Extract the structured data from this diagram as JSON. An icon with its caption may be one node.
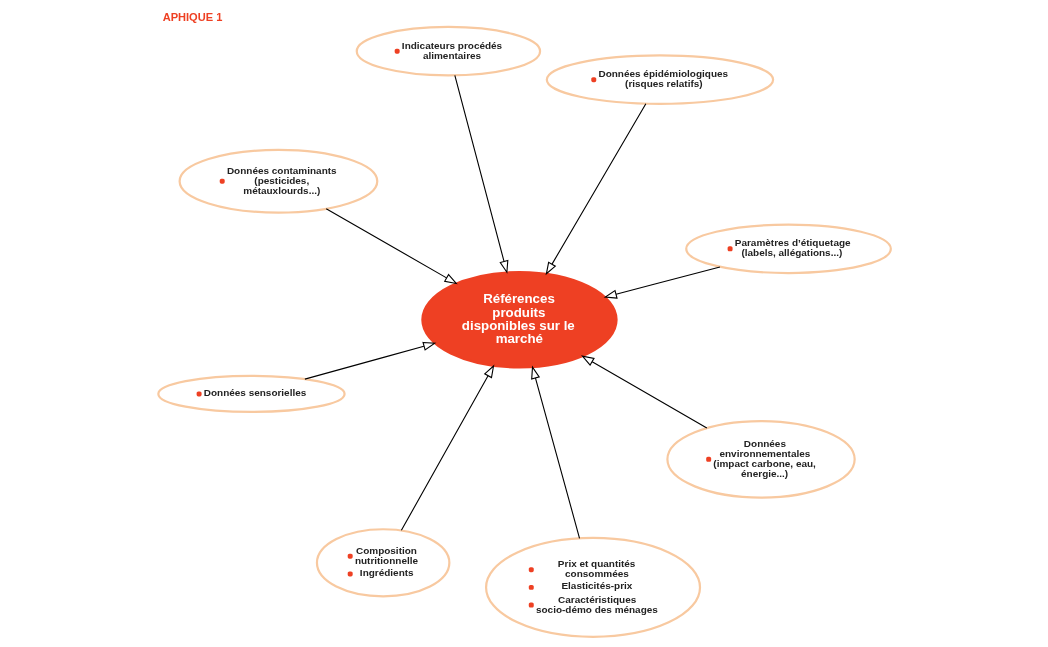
{
  "diagram": {
    "title": "APHIQUE 1",
    "nodes": [
      {
        "text": [
          "Références produits disponibles sur le marché"
        ]
      },
      {
        "text": [
          "Paramètres d’étiquetage (labels, allégations...)"
        ]
      },
      {
        "text": [
          "Composition nutritionnelle",
          "Ingrédients"
        ]
      },
      {
        "text": [
          "Données contaminants (pesticides, métauxlourds...)"
        ]
      },
      {
        "text": [
          "Données épidémiologiques (risques relatifs)"
        ]
      },
      {
        "text": [
          "Indicateurs procédés alimentaires"
        ]
      },
      {
        "text": [
          "Données sensorielles"
        ]
      },
      {
        "text": [
          "Données environnementales (impact carbone, eau, énergie...)"
        ]
      },
      {
        "text": [
          "Prix et quantités consommées",
          "Elasticités-prix",
          "Caractéristiques socio-démo des ménages"
        ]
      }
    ],
    "edges": [
      {
        "from": 1,
        "to": 0,
        "arrow": "to"
      },
      {
        "from": 2,
        "to": 0,
        "arrow": "to"
      },
      {
        "from": 3,
        "to": 0,
        "arrow": "to"
      },
      {
        "from": 4,
        "to": 0,
        "arrow": "to"
      },
      {
        "from": 5,
        "to": 0,
        "arrow": "to"
      },
      {
        "from": 6,
        "to": 0,
        "arrow": "to"
      },
      {
        "from": 7,
        "to": 0,
        "arrow": "to"
      },
      {
        "from": 8,
        "to": 0,
        "arrow": "to"
      }
    ]
  }
}
